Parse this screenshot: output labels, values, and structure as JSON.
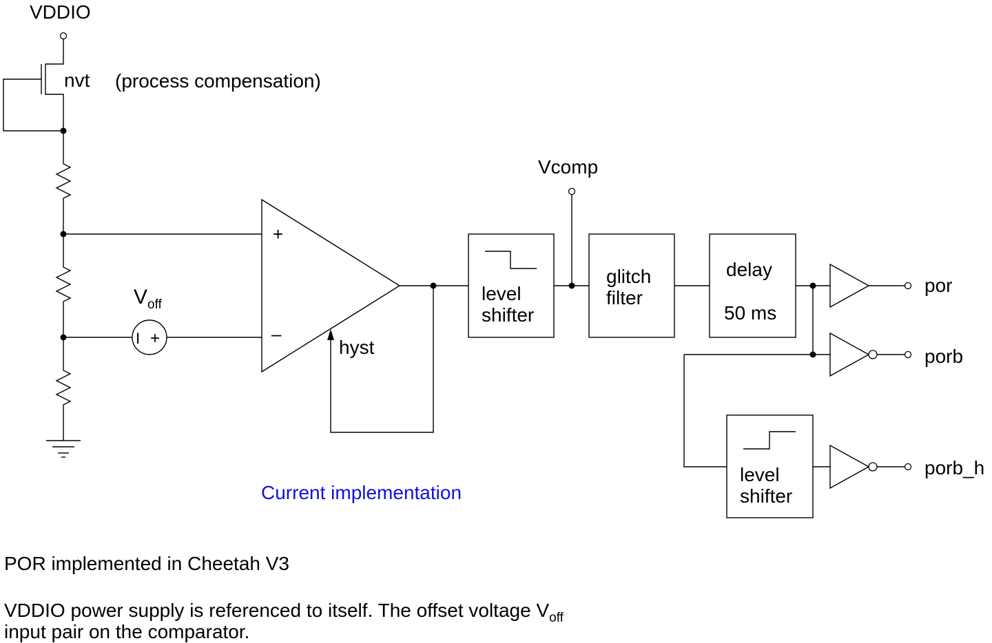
{
  "diagram": {
    "supply_label": "VDDIO",
    "transistor_label": "nvt",
    "compensation_note": "(process compensation)",
    "voff_main": "V",
    "voff_sub": "off",
    "source_minus": "I",
    "source_plus": "+",
    "comp_plus": "+",
    "comp_minus": "–",
    "hyst_label": "hyst",
    "level_shifter_1": [
      "level",
      "shifter"
    ],
    "vcomp_label": "Vcomp",
    "glitch_filter": [
      "glitch",
      "filter"
    ],
    "delay_label": "delay",
    "delay_value": "50 ms",
    "out_por": "por",
    "out_porb": "porb",
    "out_porb_h": "porb_h",
    "level_shifter_2": [
      "level",
      "shifter"
    ],
    "caption": "Current implementation",
    "caption_color": "#1010e0"
  },
  "notes": {
    "line1": "POR implemented in Cheetah V3",
    "line2_main": "VDDIO power supply is referenced to itself. The offset voltage V",
    "line2_sub": "off",
    "line3": "input pair on the comparator."
  }
}
